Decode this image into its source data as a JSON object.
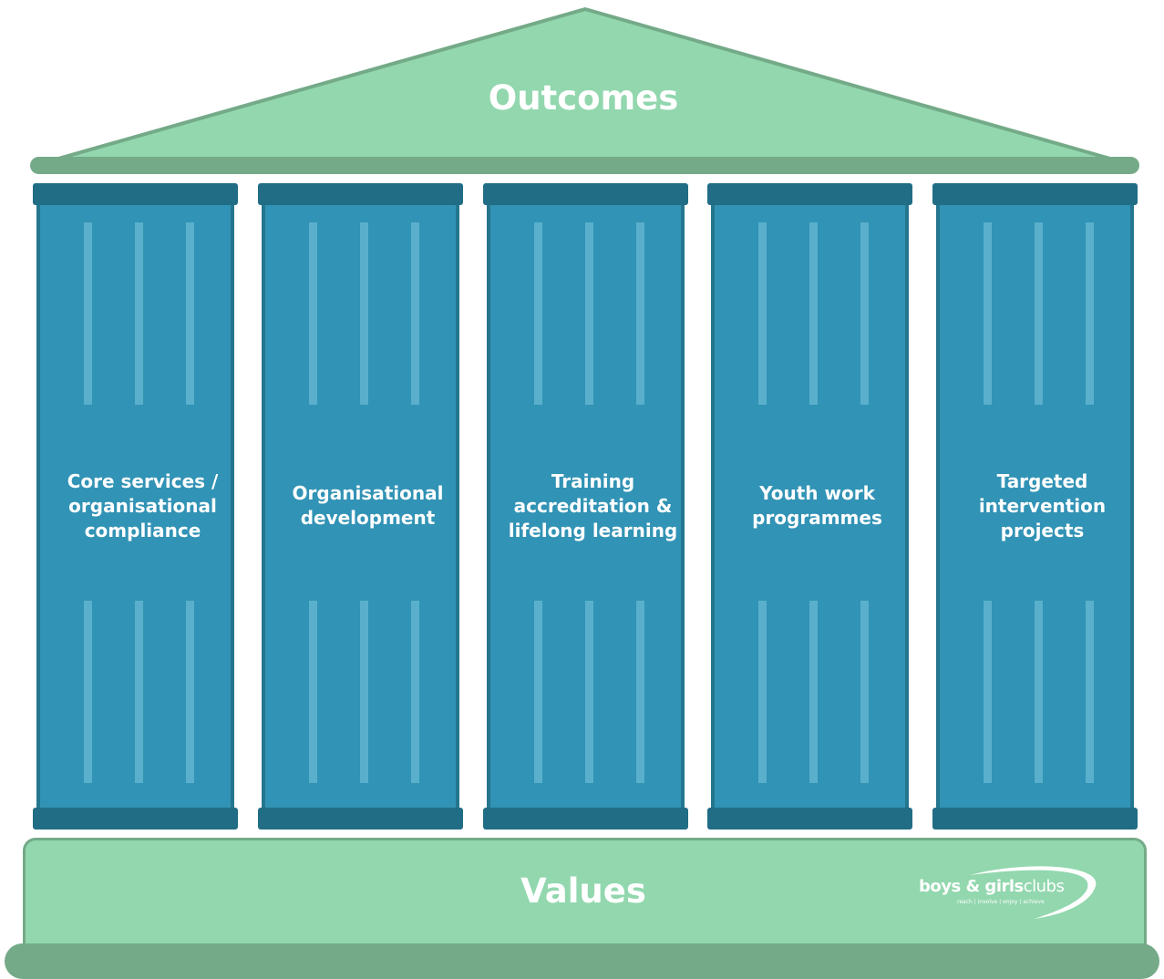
{
  "colors": {
    "green_light": "#92d7ae",
    "green_dark": "#74aa88",
    "pillar_body": "#3193b5",
    "pillar_cap": "#216d85",
    "flute": "#5ab0cc",
    "text": "#ffffff"
  },
  "roof": {
    "title": "Outcomes"
  },
  "pillars": [
    {
      "label": "Core services / organisational compliance"
    },
    {
      "label": "Organisational development"
    },
    {
      "label": "Training accreditation & lifelong learning"
    },
    {
      "label": "Youth work programmes"
    },
    {
      "label": "Targeted intervention projects"
    }
  ],
  "base": {
    "title": "Values"
  },
  "logo": {
    "name_bold": "boys & girls",
    "name_light": "clubs",
    "tagline": "reach | involve | enjoy | achieve"
  }
}
